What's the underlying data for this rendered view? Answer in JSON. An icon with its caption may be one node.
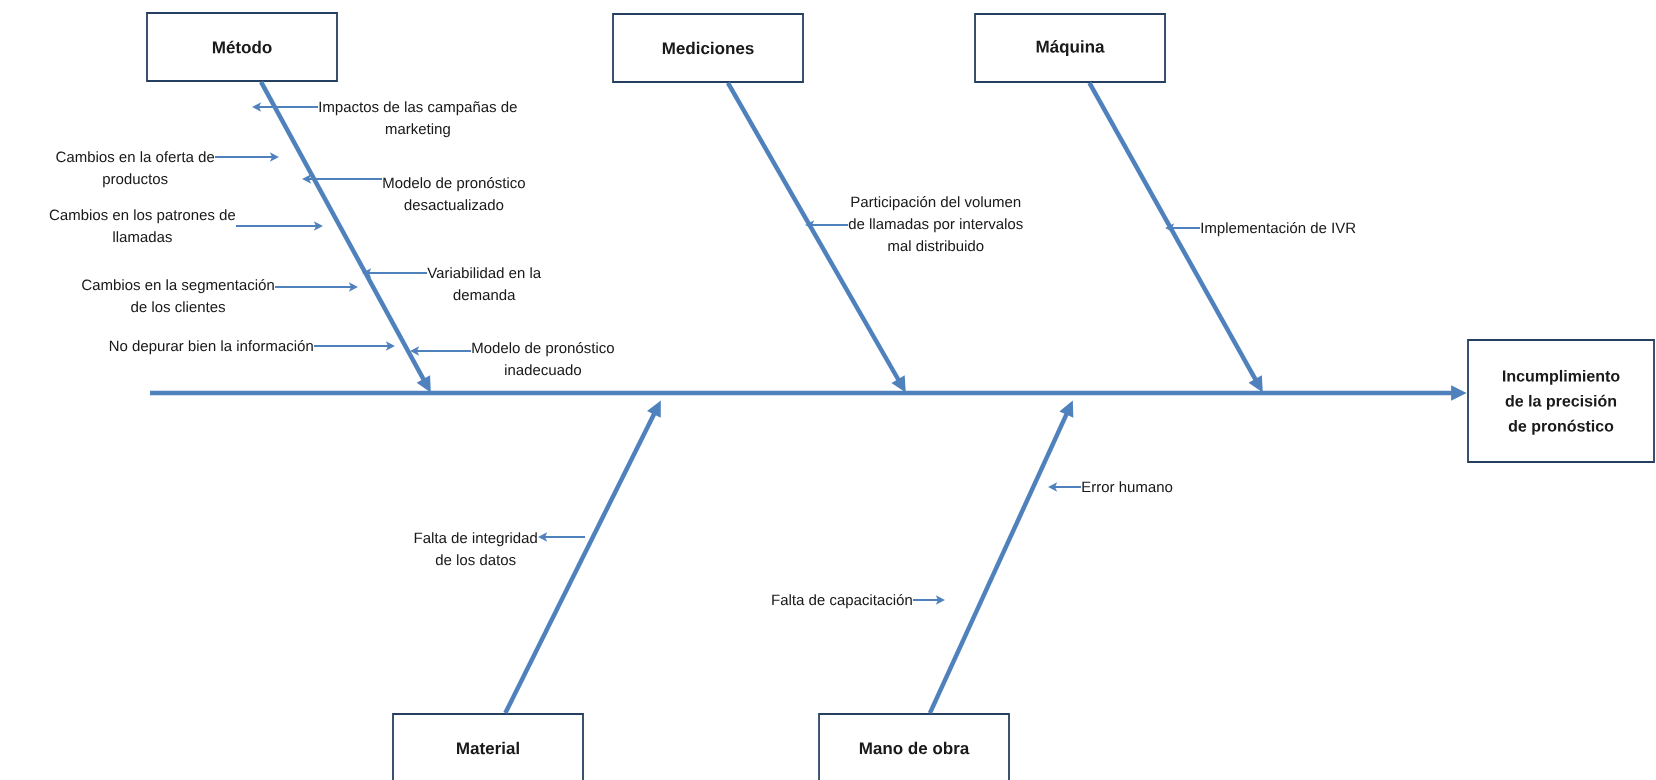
{
  "diagram": {
    "nodes": [
      {
        "text": [
          "Método"
        ]
      },
      {
        "text": [
          "Mediciones"
        ]
      },
      {
        "text": [
          "Máquina"
        ]
      },
      {
        "text": [
          "Impactos de las campañas de marketing"
        ]
      },
      {
        "text": [
          "Cambios en la oferta de productos"
        ]
      },
      {
        "text": [
          "Modelo de pronóstico desactualizado"
        ]
      },
      {
        "text": [
          "Cambios en los patrones de llamadas"
        ]
      },
      {
        "text": [
          "Variabilidad en la demanda"
        ]
      },
      {
        "text": [
          "Cambios en la segmentación de los clientes"
        ]
      },
      {
        "text": [
          "No depurar bien la información"
        ]
      },
      {
        "text": [
          "Modelo de pronóstico inadecuado"
        ]
      },
      {
        "text": [
          "Participación del volumen de llamadas por intervalos mal distribuido"
        ]
      },
      {
        "text": [
          "Implementación de IVR"
        ]
      },
      {
        "text": [
          "Incumplimiento de la precisión de pronóstico"
        ]
      },
      {
        "text": [
          "Error humano"
        ]
      },
      {
        "text": [
          "Falta de integridad de los datos"
        ]
      },
      {
        "text": [
          "Falta de capacitación"
        ]
      },
      {
        "text": [
          "Material"
        ]
      },
      {
        "text": [
          "Mano de obra"
        ]
      }
    ],
    "edges": [
      {
        "from": null,
        "to": 13,
        "arrow": "to",
        "style": "thick"
      },
      {
        "from": 0,
        "to": null,
        "arrow": "to",
        "style": "thick"
      },
      {
        "from": 1,
        "to": null,
        "arrow": "to",
        "style": "thick"
      },
      {
        "from": 2,
        "to": null,
        "arrow": "to",
        "style": "thick"
      },
      {
        "from": 17,
        "to": null,
        "arrow": "to",
        "style": "thick"
      },
      {
        "from": 18,
        "to": null,
        "arrow": "to",
        "style": "thick"
      },
      {
        "from": 3,
        "to": null,
        "arrow": "to"
      },
      {
        "from": 4,
        "to": null,
        "arrow": "to"
      },
      {
        "from": 5,
        "to": null,
        "arrow": "to"
      },
      {
        "from": 6,
        "to": null,
        "arrow": "to"
      },
      {
        "from": 7,
        "to": null,
        "arrow": "to"
      },
      {
        "from": 8,
        "to": null,
        "arrow": "to"
      },
      {
        "from": 9,
        "to": null,
        "arrow": "to"
      },
      {
        "from": 10,
        "to": null,
        "arrow": "to"
      },
      {
        "from": 11,
        "to": null,
        "arrow": "to"
      },
      {
        "from": 12,
        "to": null,
        "arrow": "to"
      },
      {
        "from": 14,
        "to": null,
        "arrow": "to"
      },
      {
        "from": null,
        "to": 15,
        "arrow": "to"
      },
      {
        "from": 16,
        "to": null,
        "arrow": "to"
      }
    ]
  }
}
